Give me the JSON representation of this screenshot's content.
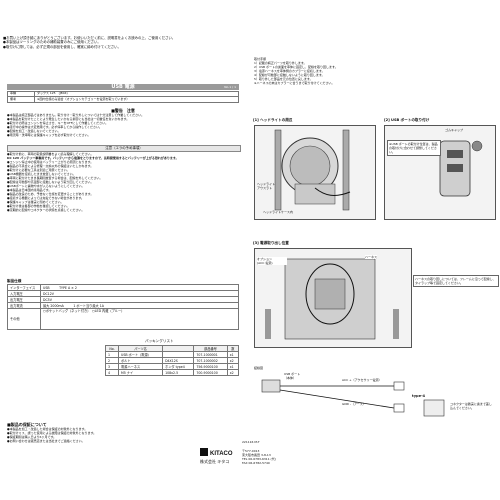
{
  "header": {
    "title": "USB 電源",
    "page": "No.1 / 1",
    "model_label": "車種",
    "model_value": "ダックス 125　(JB04)",
    "note_label": "備考",
    "note_value": "※国内仕様のみ適合（オプションカテゴリーを電源を取っています）"
  },
  "top_notes": [
    "■お買い上げ頂き誠にありがとうございます。お使いいただく前に、説明書をよくお読みの上、ご使用ください。",
    "●本製品はツーリングのための補助装置のみにご使用ください。",
    "●取付けに際しては、必ず正規の部品を使用し、確実に締め付けてください。"
  ],
  "warning": {
    "title": "■警告　注意",
    "lines": [
      "●本製品は純正部品ではありません。取り付け・取り外しについては十分注意して作業してください。",
      "●本製品を取付けたことにより発生したいかなる損害にも当社は一切責任を負いかねます。",
      "●取付けの際はエンジンを停止させ、キーをOFFにして作業してください。",
      "●走行中の操作は大変危険です。必ず停車してから操作してください。",
      "●配線を加工・改造しないでください。",
      "●雨天時・洗車時には保護キャップを必ず取付けてください。"
    ]
  },
  "caution": {
    "title": "注意（エラの予め事項）",
    "lines": [
      "●取付け前に、車両の取扱説明書をよく読み理解してください。",
      "DC 12V バッテリー車専用です。バッテリーから電源をとりますので、長時間使用するとバッテリーが上がる恐れがあります。",
      "●エンジン停止中の使用はバッテリー上がりの原因となります。",
      "●製品の不具合による修理・交換以外の保証はいたしかねます。",
      "●取付けに必要な工具は別途ご用意ください。",
      "●USB機器を接続したまま放置しないでください。",
      "●車両に取付けたまま長期間放置する場合は、配線を外してください。",
      "●配線は可動部や高温部に接触しないよう取り回してください。",
      "●USBポートに異物や水が入らないようにしてください。",
      "●本製品は日本国内専用品です。",
      "●製品の改良のため、予告なく仕様を変更することがあります。",
      "●接続する機器によっては充電できない場合があります。",
      "●保護キャップは確実に閉めてください。",
      "●取付け後は各部の作動を確認してください。",
      "●定期的に配線やコネクターの状態を点検してください。"
    ]
  },
  "spec": {
    "title": "製品仕様",
    "rows": [
      {
        "k": "インターフェイス",
        "v": "USB　　　TYPE A × 2"
      },
      {
        "k": "入力電圧",
        "v": "DC12V"
      },
      {
        "k": "出力電圧",
        "v": "DC5V"
      },
      {
        "k": "出力電流",
        "v": "最大 2000mA　　　1 ポート当り最大 1A"
      },
      {
        "k": "その他",
        "v": "○ポケットバッグ（ネット付き）　○LED 内蔵（ブルー）"
      }
    ]
  },
  "packing": {
    "title": "パッキングリスト",
    "headers": [
      "No.",
      "パーツ名",
      "",
      "部品番号",
      "数"
    ],
    "rows": [
      {
        "no": "1",
        "name": "USB ポート（電源）",
        "spec": "",
        "pn": "707-1000001",
        "qty": "x1"
      },
      {
        "no": "2",
        "name": "ボルト",
        "spec": "D4X12S",
        "pn": "707-1000002",
        "qty": "x2"
      },
      {
        "no": "3",
        "name": "電源ハーネス",
        "spec": "ホンダ type4",
        "pn": "756-9000100",
        "qty": "x1"
      },
      {
        "no": "4",
        "name": "M5 ナイ",
        "spec": "108x2.5",
        "pn": "700-9000100",
        "qty": "x2"
      }
    ]
  },
  "footer_warning": {
    "title": "■製品の保証について",
    "lines": [
      "●本製品を加工・改造した場合は保証の対象外となります。",
      "●取付けミス、誤った使用による故障は保証の対象外となります。",
      "●保証期間は購入日より6ヶ月です。",
      "●お問い合わせは販売店または当社までご連絡ください。"
    ]
  },
  "company": {
    "brand": "KITACO",
    "sub": "株式会社 キタコ",
    "date": "221116 M-T",
    "address_lines": [
      "〒577-0013",
      "東大阪市長田 3-8-13",
      "TEL 06-6783-6311 (代)",
      "FAX 06-6782-5740"
    ]
  },
  "install": {
    "steps_title": "取付手順",
    "steps": [
      "1）記載の純正パーツを取り外します。",
      "2）USB ポートの裏面を車体に固定し、配線を取り回します。",
      "3）電源ハーネスを車体側のカプラーに接続します。",
      "4）配線が可動部に接触しないように取り回します。",
      "5）取り外した部品を元の位置に戻します。"
    ],
    "note": "※ハーネスの末はカプラーに合うまで取り付けてください。",
    "fig1_title": "[1] ヘッドライトの周辺",
    "fig2_title": "[2]  USB ポートの取り付け",
    "fig3_title": "[3] 電源取り出し位置",
    "fig1_label_a": "ヘッドライト\nアウスラト",
    "fig1_label_b": "ヘッドライトケース内",
    "fig2_label_a": "ゴムキャップ",
    "fig2_note": "※USB ポートの取付け位置は、製品の取付けに合わせて調整してください。",
    "fig3_label_a": "オプション\n(ACC 電源)",
    "fig3_label_b": "ハーネス",
    "fig3_note": "ハーネスの取り回しについては、フレームに沿って配線し、タイラップ等で固定してください。",
    "wiring_title": "結線図",
    "wiring_acc": "ACC +（アクセサリー電源）",
    "wiring_gnd": "GND -（アース）",
    "wiring_usb": "USB ポート\n（本体）",
    "wiring_type": "type-4",
    "wiring_note": "コネクターは確実に奥まで差し込んでください。"
  }
}
